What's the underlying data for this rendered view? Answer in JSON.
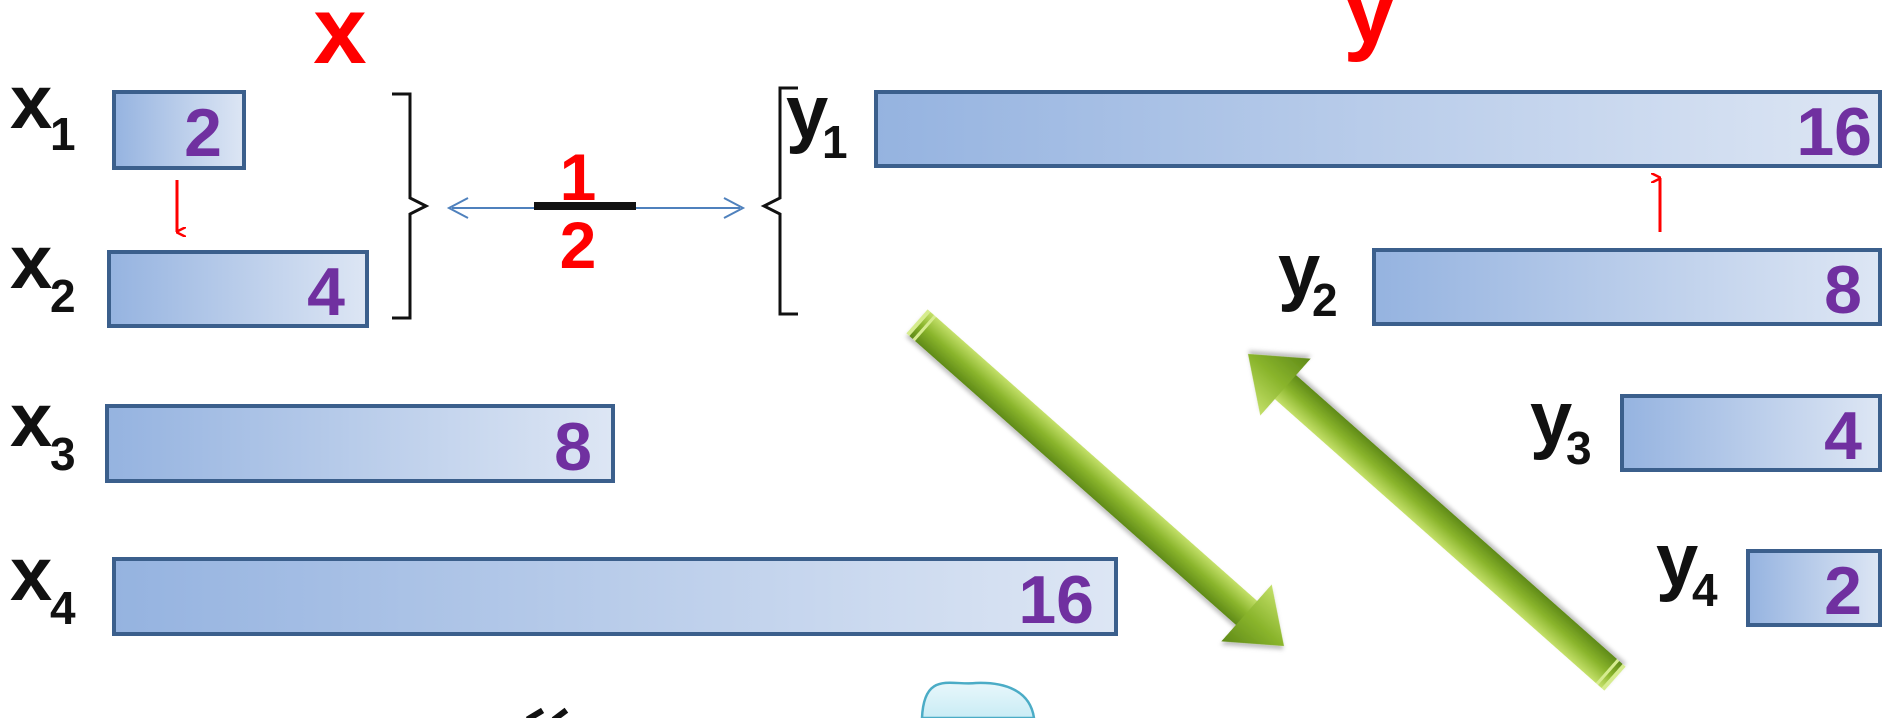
{
  "headings": {
    "x": "x",
    "y": "y"
  },
  "ratio": {
    "numerator": "1",
    "denominator": "2"
  },
  "x_rows": [
    {
      "name": "x",
      "sub": "1",
      "value": "2"
    },
    {
      "name": "x",
      "sub": "2",
      "value": "4"
    },
    {
      "name": "x",
      "sub": "3",
      "value": "8"
    },
    {
      "name": "x",
      "sub": "4",
      "value": "16"
    }
  ],
  "y_rows": [
    {
      "name": "y",
      "sub": "1",
      "value": "16"
    },
    {
      "name": "y",
      "sub": "2",
      "value": "8"
    },
    {
      "name": "y",
      "sub": "3",
      "value": "4"
    },
    {
      "name": "y",
      "sub": "4",
      "value": "2"
    }
  ],
  "colors": {
    "bar_fill_start": "#95b3e0",
    "bar_fill_end": "#dde6f4",
    "bar_border": "#3b5f8c",
    "value_text": "#7030A0",
    "accent_red": "#ff0000",
    "connector_blue": "#4f81bd",
    "arrow_green": "#8ab52c"
  }
}
